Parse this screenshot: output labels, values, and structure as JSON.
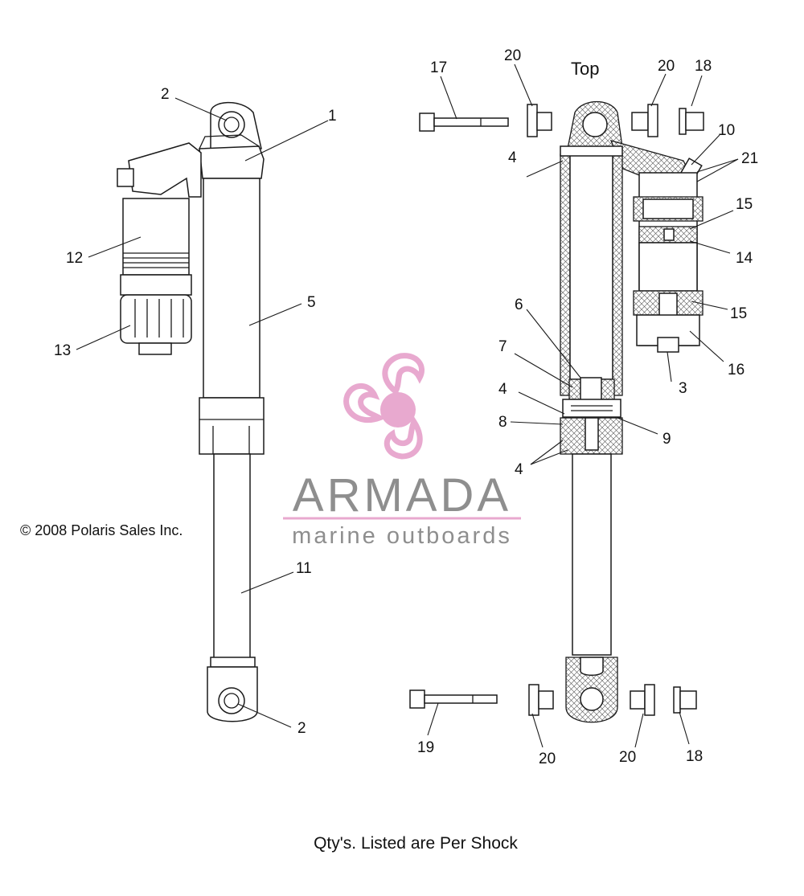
{
  "diagram": {
    "section_label": "Top",
    "copyright": "© 2008 Polaris Sales Inc.",
    "caption": "Qty's. Listed are Per Shock",
    "watermark": {
      "main": "ARMADA",
      "sub": "marine outboards",
      "color": "#e8a9cf"
    },
    "callouts": {
      "c1": "1",
      "c2a": "2",
      "c2b": "2",
      "c3": "3",
      "c4a": "4",
      "c4b": "4",
      "c4c": "4",
      "c5": "5",
      "c6": "6",
      "c7": "7",
      "c8": "8",
      "c9": "9",
      "c10": "10",
      "c11": "11",
      "c12": "12",
      "c13": "13",
      "c14": "14",
      "c15a": "15",
      "c15b": "15",
      "c16": "16",
      "c17": "17",
      "c18a": "18",
      "c18b": "18",
      "c19": "19",
      "c20a": "20",
      "c20b": "20",
      "c20c": "20",
      "c20d": "20",
      "c21": "21"
    }
  }
}
